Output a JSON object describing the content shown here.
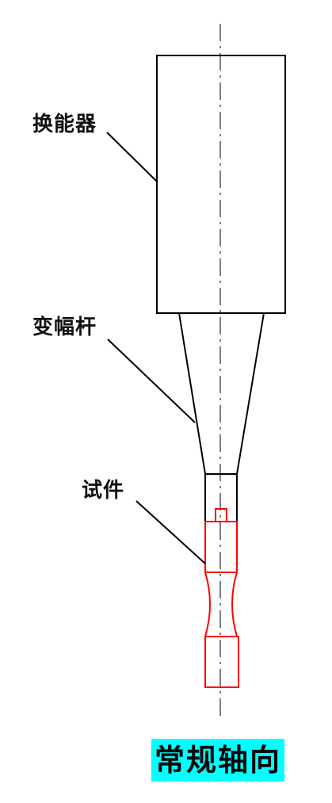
{
  "labels": {
    "transducer": "换能器",
    "horn": "变幅杆",
    "specimen": "试件"
  },
  "caption": "常规轴向",
  "colors": {
    "outline": "#000000",
    "specimen": "#ff0000",
    "caption_background": "#00ffff"
  }
}
